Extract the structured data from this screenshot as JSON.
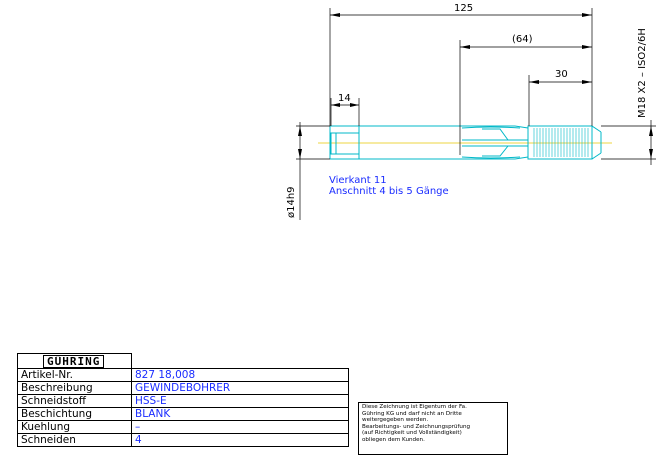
{
  "drawing": {
    "dim_total": "125",
    "dim_thread_section": "(64)",
    "dim_thread": "30",
    "dim_square": "14",
    "thread_spec": "M18  X2  –  ISO2/6H",
    "shank_dia": "ø14h9",
    "note_line1": "Vierkant 11",
    "note_line2": "Anschnitt 4 bis 5 Gänge",
    "colors": {
      "outline": "#00b8c8",
      "dimension": "#000000",
      "note": "#1a2cff",
      "center": "#e8c800",
      "hatch": "#00b8c8"
    }
  },
  "title_block": {
    "logo": "GÜHRING",
    "rows": [
      {
        "label": "Artikel-Nr.",
        "value": "827 18,008"
      },
      {
        "label": "Beschreibung",
        "value": "GEWINDEBOHRER"
      },
      {
        "label": "Schneidstoff",
        "value": "HSS-E"
      },
      {
        "label": "Beschichtung",
        "value": "BLANK"
      },
      {
        "label": "Kuehlung",
        "value": "–"
      },
      {
        "label": "Schneiden",
        "value": "4"
      }
    ],
    "notice": [
      "Diese Zeichnung ist Eigentum der Fa.",
      "Gühring KG und darf nicht an Dritte",
      "weitergegeben werden.",
      "Bearbeitungs- und Zeichnungsprüfung",
      "(auf Richtigkeit und Vollständigkeit)",
      "obliegen dem Kunden."
    ]
  }
}
